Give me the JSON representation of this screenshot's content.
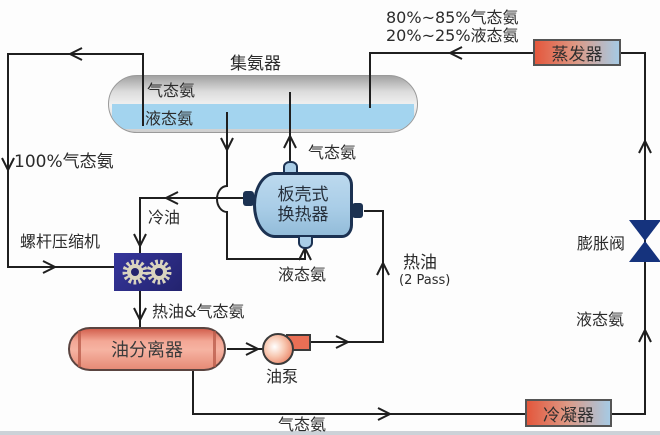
{
  "diagram": {
    "equipment": {
      "ammonia_collector": {
        "name": "集氨器",
        "gas_layer": "气态氨",
        "liquid_layer": "液态氨"
      },
      "evaporator": {
        "name": "蒸发器"
      },
      "expansion_valve": {
        "name": "膨胀阀"
      },
      "condenser": {
        "name": "冷凝器"
      },
      "plate_shell_heat_exchanger": {
        "name_line1": "板壳式",
        "name_line2": "换热器"
      },
      "screw_compressor": {
        "name": "螺杆压缩机"
      },
      "oil_separator": {
        "name": "油分离器"
      },
      "oil_pump": {
        "name": "油泵"
      }
    },
    "streams": {
      "evaporator_outlet_line1": "80%~85%气态氨",
      "evaporator_outlet_line2": "20%~25%液态氨",
      "compressor_suction": "100%气态氨",
      "cold_oil": "冷油",
      "hx_gas_outlet": "气态氨",
      "hx_liquid_inlet": "液态氨",
      "hot_oil": "热油",
      "hot_oil_pass_note": "(2 Pass)",
      "compressor_discharge": "热油&气态氨",
      "condenser_outlet": "液态氨",
      "separator_gas_outlet": "气态氨"
    },
    "colors": {
      "pipe": "#1f1f1f",
      "tank_gray": "#d6d6d6",
      "liquid_blue": "#a3d4ef",
      "hx_blue": "#a9cde7",
      "hx_border": "#1c3252",
      "compressor_navy": "#2b2b80",
      "separator_salmon": "#f09c8a",
      "pump_orange": "#ec8d70",
      "valve_blue": "#15337d",
      "hot_red": "#e4573c",
      "cold_blue": "#a6cae4",
      "label_text": "#2b2b2b"
    }
  }
}
